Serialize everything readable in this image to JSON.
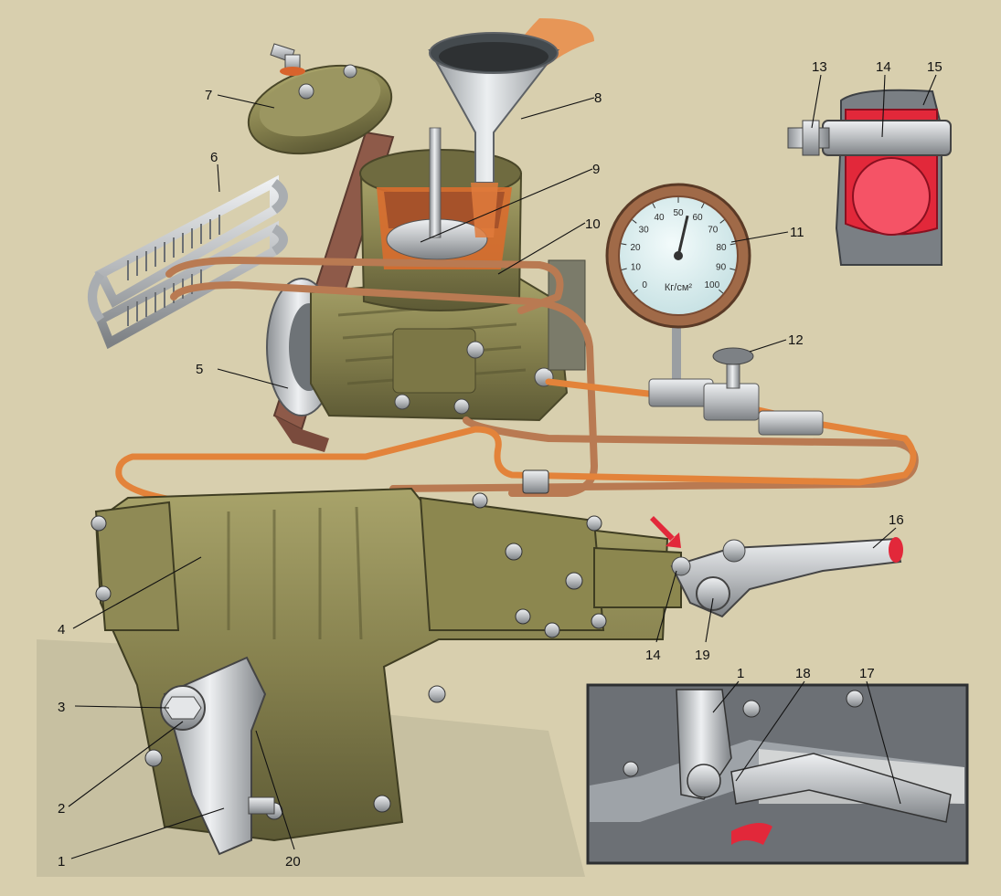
{
  "diagram": {
    "callouts": [
      {
        "id": "c1",
        "text": "1"
      },
      {
        "id": "c2",
        "text": "2"
      },
      {
        "id": "c3",
        "text": "3"
      },
      {
        "id": "c4",
        "text": "4"
      },
      {
        "id": "c5",
        "text": "5"
      },
      {
        "id": "c6",
        "text": "6"
      },
      {
        "id": "c7",
        "text": "7"
      },
      {
        "id": "c8",
        "text": "8"
      },
      {
        "id": "c9",
        "text": "9"
      },
      {
        "id": "c10",
        "text": "10"
      },
      {
        "id": "c11",
        "text": "11"
      },
      {
        "id": "c12",
        "text": "12"
      },
      {
        "id": "c13",
        "text": "13"
      },
      {
        "id": "c14a",
        "text": "14"
      },
      {
        "id": "c15",
        "text": "15"
      },
      {
        "id": "c16",
        "text": "16"
      },
      {
        "id": "c14b",
        "text": "14"
      },
      {
        "id": "c19",
        "text": "19"
      },
      {
        "id": "c1b",
        "text": "1"
      },
      {
        "id": "c18",
        "text": "18"
      },
      {
        "id": "c17",
        "text": "17"
      },
      {
        "id": "c20",
        "text": "20"
      }
    ],
    "gauge": {
      "unit": "Кг/см²",
      "ticks": [
        "0",
        "10",
        "20",
        "30",
        "40",
        "50",
        "60",
        "70",
        "80",
        "90",
        "100"
      ],
      "reading": 55
    },
    "colors": {
      "background": "#d8cfae",
      "housing": "#86814e",
      "copper": "#b97a52",
      "orange_pipe": "#e3833a",
      "steel": "#b9bcbf",
      "red": "#e2283a",
      "inset_frame": "#3a3a3a"
    }
  }
}
